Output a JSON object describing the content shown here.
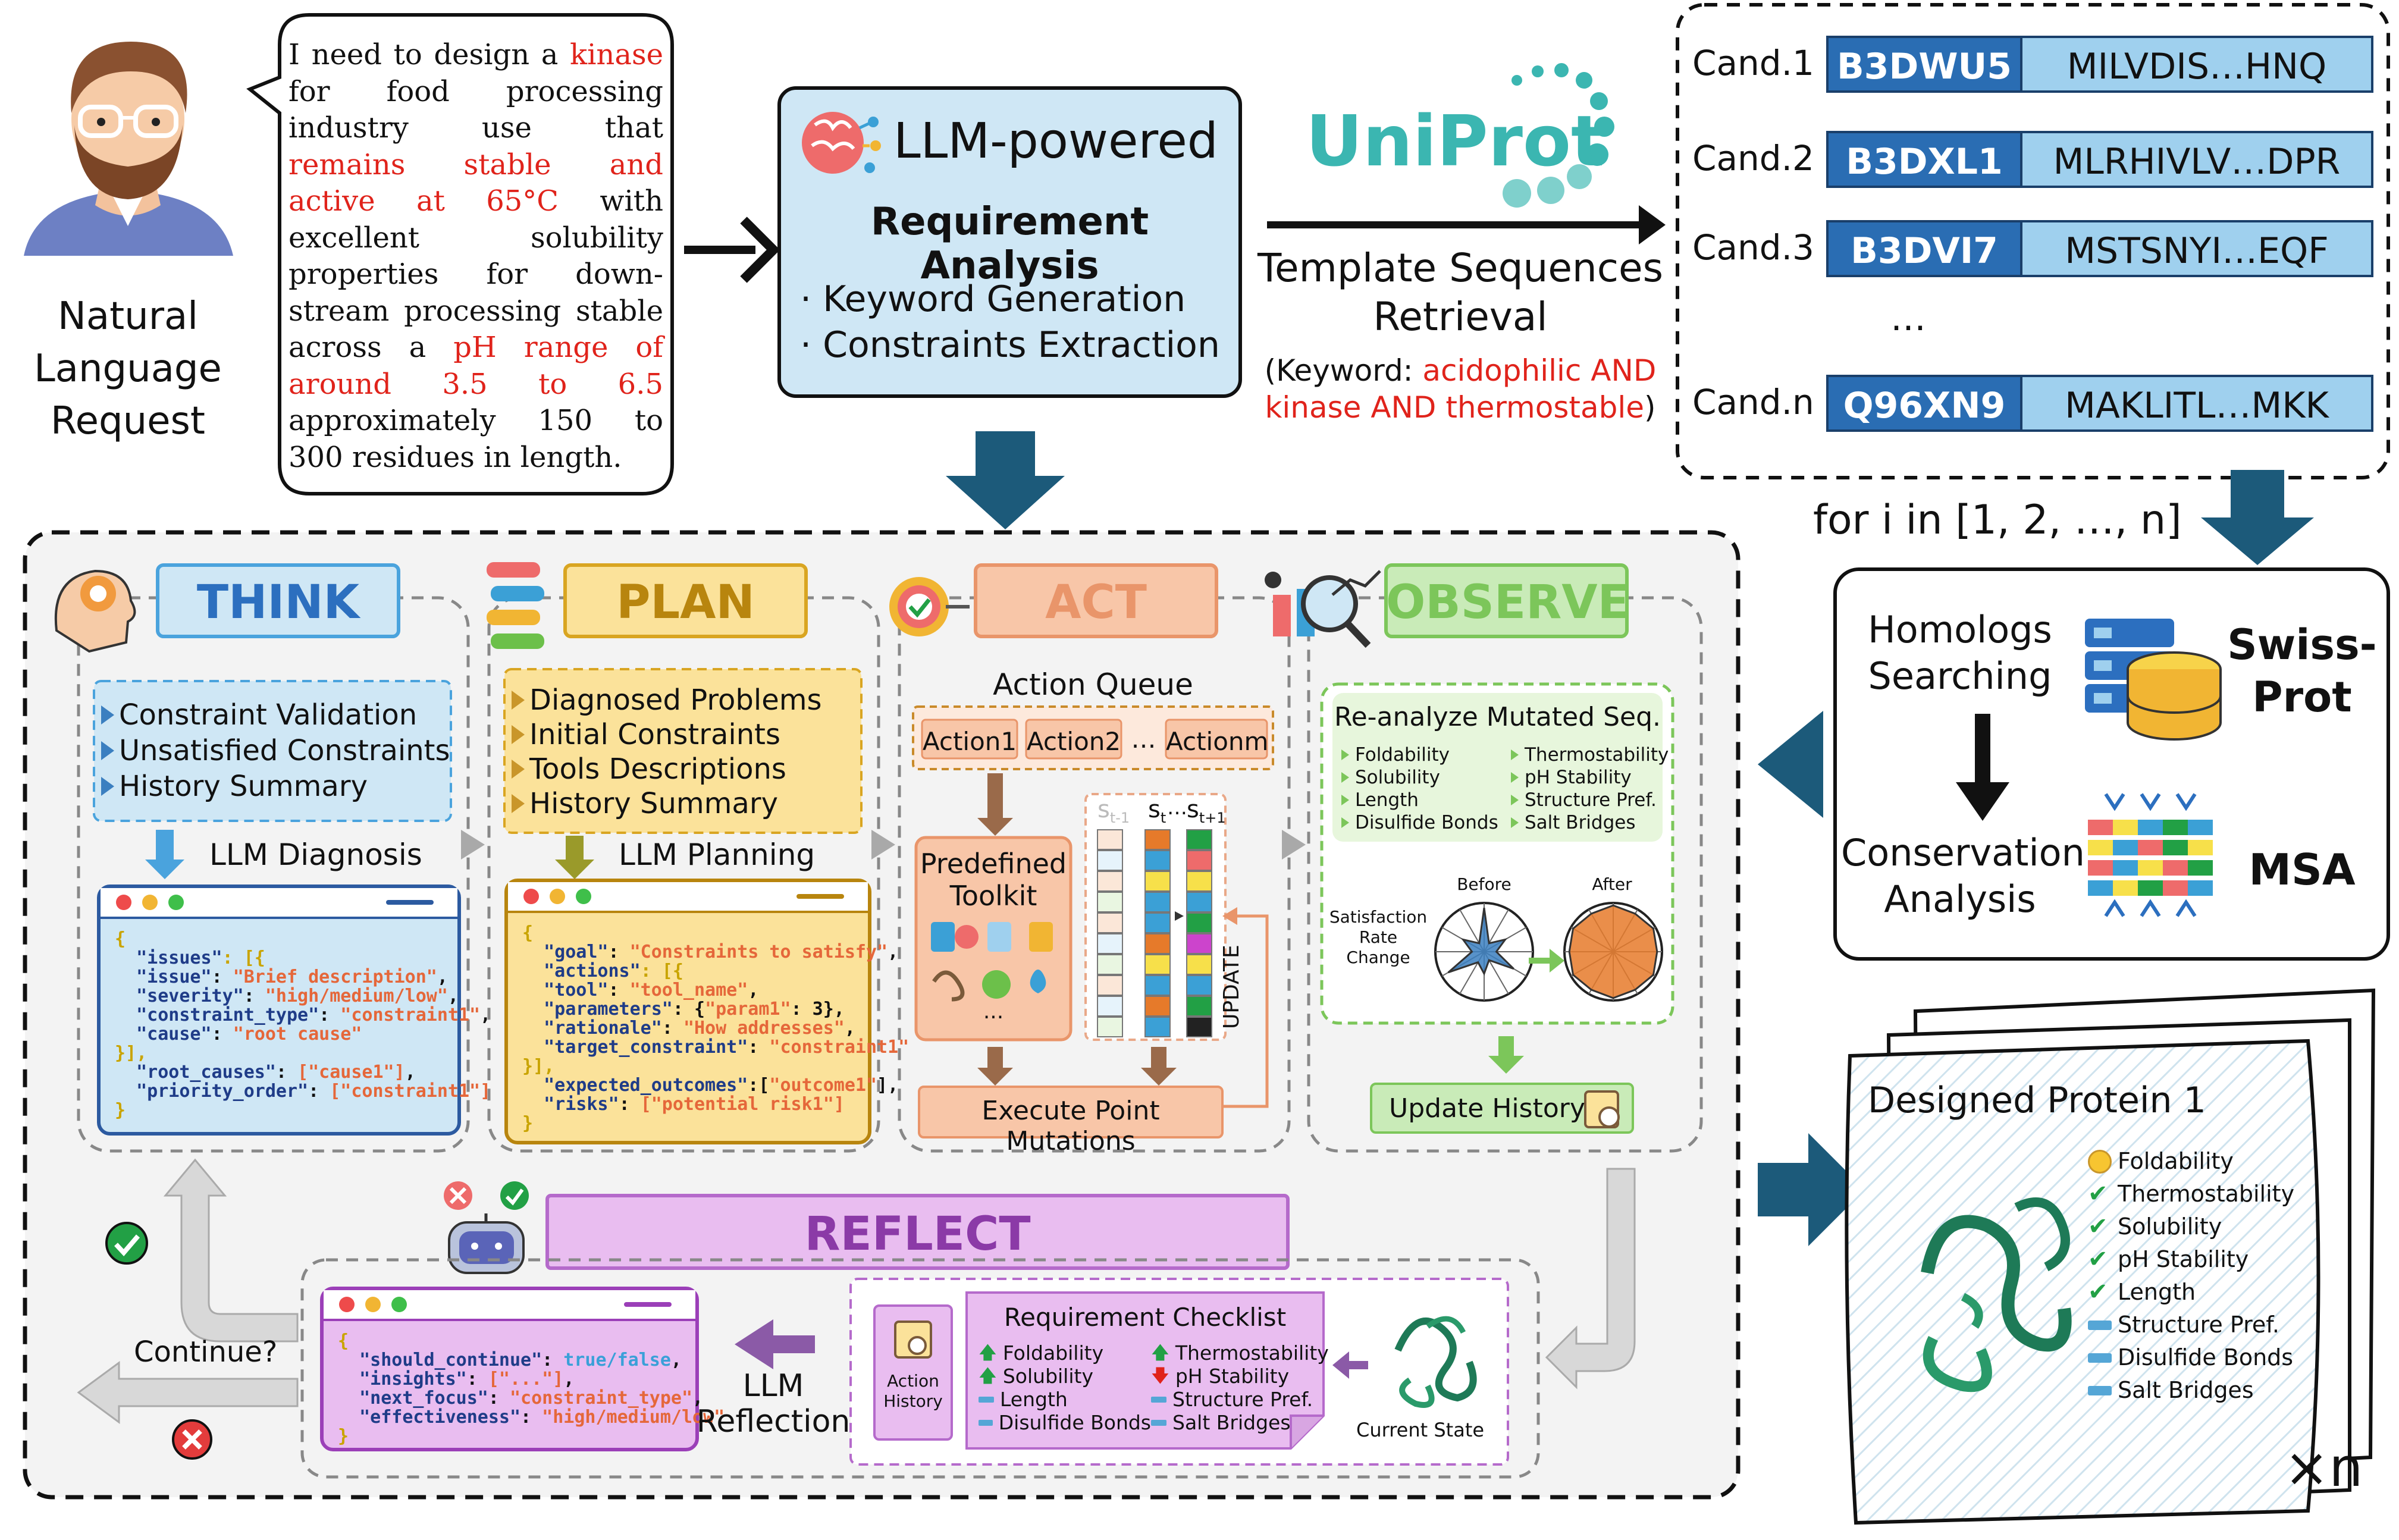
{
  "request": {
    "label_lines": [
      "Natural",
      "Language",
      "Request"
    ],
    "lines": [
      [
        {
          "t": "I need to design a "
        },
        {
          "t": "kinase",
          "red": true
        }
      ],
      [
        {
          "t": "for food processing"
        }
      ],
      [
        {
          "t": "industry use that"
        }
      ],
      [
        {
          "t": "remains stable and",
          "red": true
        }
      ],
      [
        {
          "t": "active at 65°C",
          "red": true
        },
        {
          "t": " with"
        }
      ],
      [
        {
          "t": "excellent solubility"
        }
      ],
      [
        {
          "t": "properties for down-"
        }
      ],
      [
        {
          "t": "stream processing stable"
        }
      ],
      [
        {
          "t": "across a "
        },
        {
          "t": "pH range of",
          "red": true
        }
      ],
      [
        {
          "t": "around 3.5 to 6.5",
          "red": true
        }
      ],
      [
        {
          "t": "approximately 150 to"
        }
      ],
      [
        {
          "t": "300 residues in length."
        }
      ]
    ]
  },
  "llm_box": {
    "title": "LLM-powered",
    "subtitle": "Requirement Analysis",
    "items": [
      "· Keyword Generation",
      "· Constraints Extraction"
    ]
  },
  "uniprot": {
    "logo_text": "UniProt",
    "caption_lines": [
      "Template Sequences",
      "Retrieval"
    ],
    "keyword_prefix": "(Keyword: ",
    "keyword_red_1": "acidophilic AND",
    "keyword_red_2": "kinase AND thermostable",
    "keyword_suffix": ")"
  },
  "candidates": [
    {
      "label": "Cand.1",
      "id": "B3DWU5",
      "seq": "MILVDIS…HNQ"
    },
    {
      "label": "Cand.2",
      "id": "B3DXL1",
      "seq": "MLRHIVLV…DPR"
    },
    {
      "label": "Cand.3",
      "id": "B3DVI7",
      "seq": "MSTSNYI…EQF"
    },
    {
      "label": "Cand.n",
      "id": "Q96XN9",
      "seq": "MAKLITL…MKK"
    }
  ],
  "candidates_ellipsis": "…",
  "loop_label": "for i in [1, 2, …, n]",
  "homologs": {
    "step1": [
      "Homologs",
      "Searching"
    ],
    "db1": [
      "Swiss-",
      "Prot"
    ],
    "step2": [
      "Conservation",
      "Analysis"
    ],
    "db2": "MSA"
  },
  "think": {
    "title": "THINK",
    "items": [
      "Constraint Validation",
      "Unsatisfied Constraints",
      "History Summary"
    ],
    "step": "LLM Diagnosis",
    "code": [
      [
        [
          "{",
          "b"
        ]
      ],
      [
        [
          "  \"issues\"",
          "k"
        ],
        [
          ": [{",
          "b"
        ]
      ],
      [
        [
          "  \"issue\"",
          "k"
        ],
        [
          ": ",
          ""
        ],
        [
          "\"Brief description\"",
          "s"
        ],
        [
          ",",
          ""
        ]
      ],
      [
        [
          "  \"severity\"",
          "k"
        ],
        [
          ": ",
          ""
        ],
        [
          "\"high/medium/low\"",
          "s"
        ],
        [
          ",",
          ""
        ]
      ],
      [
        [
          "  \"constraint_type\"",
          "k"
        ],
        [
          ": ",
          ""
        ],
        [
          "\"constraint1\"",
          "s"
        ],
        [
          ",",
          ""
        ]
      ],
      [
        [
          "  \"cause\"",
          "k"
        ],
        [
          ": ",
          ""
        ],
        [
          "\"root cause\"",
          "s"
        ]
      ],
      [
        [
          "}],",
          "b"
        ]
      ],
      [
        [
          "  \"root_causes\"",
          "k"
        ],
        [
          ": ",
          ""
        ],
        [
          "[\"cause1\"]",
          "s"
        ],
        [
          ",",
          ""
        ]
      ],
      [
        [
          "  \"priority_order\"",
          "k"
        ],
        [
          ": ",
          ""
        ],
        [
          "[\"constraint1\"]",
          "s"
        ]
      ],
      [
        [
          "}",
          "b"
        ]
      ]
    ]
  },
  "plan": {
    "title": "PLAN",
    "items": [
      "Diagnosed Problems",
      "Initial Constraints",
      "Tools Descriptions",
      "History Summary"
    ],
    "step": "LLM Planning",
    "code": [
      [
        [
          "{",
          "b"
        ]
      ],
      [
        [
          "  \"goal\"",
          "k"
        ],
        [
          ": ",
          ""
        ],
        [
          "\"Constraints to satisfy\"",
          "s"
        ],
        [
          ",",
          ""
        ]
      ],
      [
        [
          "  \"actions\"",
          "k"
        ],
        [
          ": [{",
          "b"
        ]
      ],
      [
        [
          "  \"tool\"",
          "k"
        ],
        [
          ": ",
          ""
        ],
        [
          "\"tool_name\"",
          "s"
        ],
        [
          ",",
          ""
        ]
      ],
      [
        [
          "  \"parameters\"",
          "k"
        ],
        [
          ": {",
          ""
        ],
        [
          "\"param1\"",
          "s"
        ],
        [
          ": 3},",
          ""
        ]
      ],
      [
        [
          "  \"rationale\"",
          "k"
        ],
        [
          ": ",
          ""
        ],
        [
          "\"How addresses\"",
          "s"
        ],
        [
          ",",
          ""
        ]
      ],
      [
        [
          "  \"target_constraint\"",
          "k"
        ],
        [
          ": ",
          ""
        ],
        [
          "\"constraint1\"",
          "s"
        ]
      ],
      [
        [
          "}],",
          "b"
        ]
      ],
      [
        [
          "  \"expected_outcomes\"",
          "k"
        ],
        [
          ":[",
          ""
        ],
        [
          "\"outcome1\"",
          "s"
        ],
        [
          "],",
          ""
        ]
      ],
      [
        [
          "  \"risks\"",
          "k"
        ],
        [
          ": ",
          ""
        ],
        [
          "[\"potential risk1\"]",
          "s"
        ]
      ],
      [
        [
          "}",
          "b"
        ]
      ]
    ]
  },
  "act": {
    "title": "ACT",
    "queue_label": "Action Queue",
    "actions": [
      "Action1",
      "Action2",
      "…",
      "Actionm"
    ],
    "toolkit": [
      "Predefined",
      "Toolkit"
    ],
    "toolkit_more": "...",
    "states": [
      "s",
      "s",
      "s"
    ],
    "state_subs": [
      "t-1",
      "t",
      "t+1"
    ],
    "state_dots": "…",
    "update": "UPDATE",
    "execute": "Execute Point Mutations"
  },
  "observe": {
    "title": "OBSERVE",
    "panel_title": "Re-analyze Mutated Seq.",
    "metrics_left": [
      "Foldability",
      "Solubility",
      "Length",
      "Disulfide Bonds"
    ],
    "metrics_right": [
      "Thermostability",
      "pH Stability",
      "Structure Pref.",
      "Salt Bridges"
    ],
    "radar_labels": [
      "Satisfaction",
      "Rate",
      "Change"
    ],
    "before": "Before",
    "after": "After",
    "update_history": "Update History"
  },
  "reflect": {
    "title": "REFLECT",
    "code": [
      [
        [
          "{",
          "b"
        ]
      ],
      [
        [
          "  \"should_continue\"",
          "k"
        ],
        [
          ": ",
          ""
        ],
        [
          "true/false",
          "bl"
        ],
        [
          ",",
          ""
        ]
      ],
      [
        [
          "  \"insights\"",
          "k"
        ],
        [
          ": ",
          ""
        ],
        [
          "[\"...\"]",
          "s"
        ],
        [
          ",",
          ""
        ]
      ],
      [
        [
          "  \"next_focus\"",
          "k"
        ],
        [
          ": ",
          ""
        ],
        [
          "\"constraint_type\"",
          "s"
        ],
        [
          ",",
          ""
        ]
      ],
      [
        [
          "  \"effectiveness\"",
          "k"
        ],
        [
          ": ",
          ""
        ],
        [
          "\"high/medium/low\"",
          "s"
        ]
      ],
      [
        [
          "}",
          "b"
        ]
      ]
    ],
    "llm_lines": [
      "LLM",
      "Reflection"
    ],
    "action_history": [
      "Action",
      "History"
    ],
    "checklist_title": "Requirement Checklist",
    "checklist": [
      {
        "label": "Foldability",
        "state": "up"
      },
      {
        "label": "Thermostability",
        "state": "up"
      },
      {
        "label": "Solubility",
        "state": "up"
      },
      {
        "label": "pH Stability",
        "state": "down"
      },
      {
        "label": "Length",
        "state": "flat"
      },
      {
        "label": "Structure Pref.",
        "state": "flat"
      },
      {
        "label": "Disulfide Bonds",
        "state": "flat"
      },
      {
        "label": "Salt Bridges",
        "state": "flat"
      }
    ],
    "current_state": "Current State",
    "continue": "Continue?"
  },
  "designed": {
    "title": "Designed Protein 1",
    "props": [
      {
        "label": "Foldability",
        "mark": "smile"
      },
      {
        "label": "Thermostability",
        "mark": "check"
      },
      {
        "label": "Solubility",
        "mark": "check"
      },
      {
        "label": "pH Stability",
        "mark": "check"
      },
      {
        "label": "Length",
        "mark": "check"
      },
      {
        "label": "Structure Pref.",
        "mark": "bar"
      },
      {
        "label": "Disulfide Bonds",
        "mark": "bar"
      },
      {
        "label": "Salt Bridges",
        "mark": "bar"
      }
    ],
    "multiplier": "×n"
  },
  "colors": {
    "dark_arrow": "#1c5a7a",
    "think": "#4aa3dd",
    "plan": "#d9a521",
    "act": "#e9956a",
    "observe": "#7cc65a",
    "reflect": "#b56acb"
  }
}
